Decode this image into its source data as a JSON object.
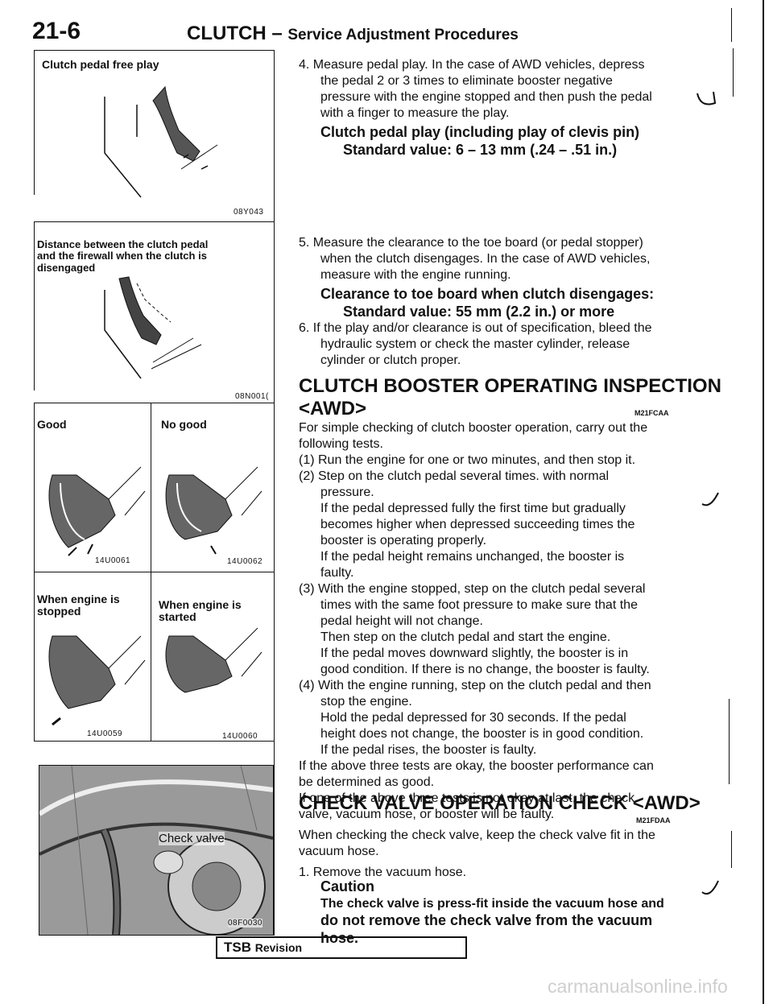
{
  "header": {
    "page_number": "21-6",
    "title": "CLUTCH",
    "dash": "–",
    "subtitle": "Service Adjustment Procedures"
  },
  "figures": {
    "pedal_free_play": {
      "caption": "Clutch pedal free play",
      "code": "08Y043"
    },
    "toe_board": {
      "caption": "Distance between the clutch pedal and the firewall when the clutch is disengaged",
      "code": "08N001("
    },
    "good": {
      "caption": "Good",
      "code": "14U0061"
    },
    "no_good": {
      "caption": "No good",
      "code": "14U0062"
    },
    "engine_stopped": {
      "caption": "When engine is stopped",
      "code": "14U0059"
    },
    "engine_started": {
      "caption": "When engine is started",
      "code": "14U0060"
    },
    "check_valve": {
      "label": "Check valve",
      "code": "08F0030"
    }
  },
  "step4": {
    "line1": "4. Measure pedal play. In the case of AWD vehicles, depress",
    "line2": "the pedal 2 or 3 times to eliminate booster negative",
    "line3": "pressure with the engine stopped and then push the pedal",
    "line4": "with a finger to measure the play.",
    "spec_title": "Clutch pedal play (including play of clevis pin)",
    "spec_value": "Standard value: 6 – 13 mm (.24 – .51 in.)"
  },
  "step5": {
    "line1": "5. Measure the clearance to the toe board (or pedal stopper)",
    "line2": "when the clutch disengages. In the case of AWD vehicles,",
    "line3": "measure with the engine running.",
    "spec_title": "Clearance to toe board when clutch disengages:",
    "spec_value": "Standard value: 55 mm (2.2 in.) or more"
  },
  "step6": {
    "line1": "6. If the play and/or clearance is out of specification, bleed the",
    "line2": "hydraulic system or check the master cylinder, release",
    "line3": "cylinder or clutch proper."
  },
  "booster": {
    "heading": "CLUTCH BOOSTER OPERATING INSPECTION",
    "heading2": "<AWD>",
    "code": "M21FCAA",
    "intro1": "For simple checking of clutch booster operation, carry out the",
    "intro2": "following tests.",
    "t1": "(1) Run the engine for one or two minutes, and then stop it.",
    "t2a": "(2) Step on the clutch pedal several times. with normal",
    "t2b": "pressure.",
    "t2c": "If the pedal depressed fully the first time but gradually",
    "t2d": "becomes higher when depressed succeeding times the",
    "t2e": "booster is operating properly.",
    "t2f": "If the pedal height remains unchanged, the booster is",
    "t2g": "faulty.",
    "t3a": "(3) With the engine stopped, step on the clutch pedal several",
    "t3b": "times with the same foot pressure to make sure that the",
    "t3c": "pedal height will not change.",
    "t3d": "Then step on the clutch pedal and start the engine.",
    "t3e": "If the pedal moves downward slightly, the booster is in",
    "t3f": "good condition. If there is no change, the booster is faulty.",
    "t4a": "(4) With the engine running, step on the clutch pedal and then",
    "t4b": "stop the engine.",
    "t4c": "Hold the pedal depressed for 30 seconds. If the pedal",
    "t4d": "height does not change, the booster is in good condition.",
    "t4e": "If the pedal rises, the booster is faulty.",
    "s1": "If the above three tests are okay, the booster performance can",
    "s2": "be determined as good.",
    "s3": "If one of the above three tests is not okay at last, the check",
    "s4": "valve, vacuum hose, or booster will be faulty."
  },
  "check_valve_section": {
    "heading": "CHECK VALVE OPERATION CHECK <AWD>",
    "code": "M21FDAA",
    "intro1": "When checking the check valve, keep the check valve fit in the",
    "intro2": "vacuum hose.",
    "step1": "1. Remove the vacuum hose.",
    "caution_label": "Caution",
    "caution1": "The check valve is press-fit inside the vacuum hose and",
    "caution2": "do not remove the check valve from the vacuum hose."
  },
  "footer": {
    "tsb": "TSB",
    "revision": "Revision",
    "watermark": "carmanualsonline.info"
  }
}
